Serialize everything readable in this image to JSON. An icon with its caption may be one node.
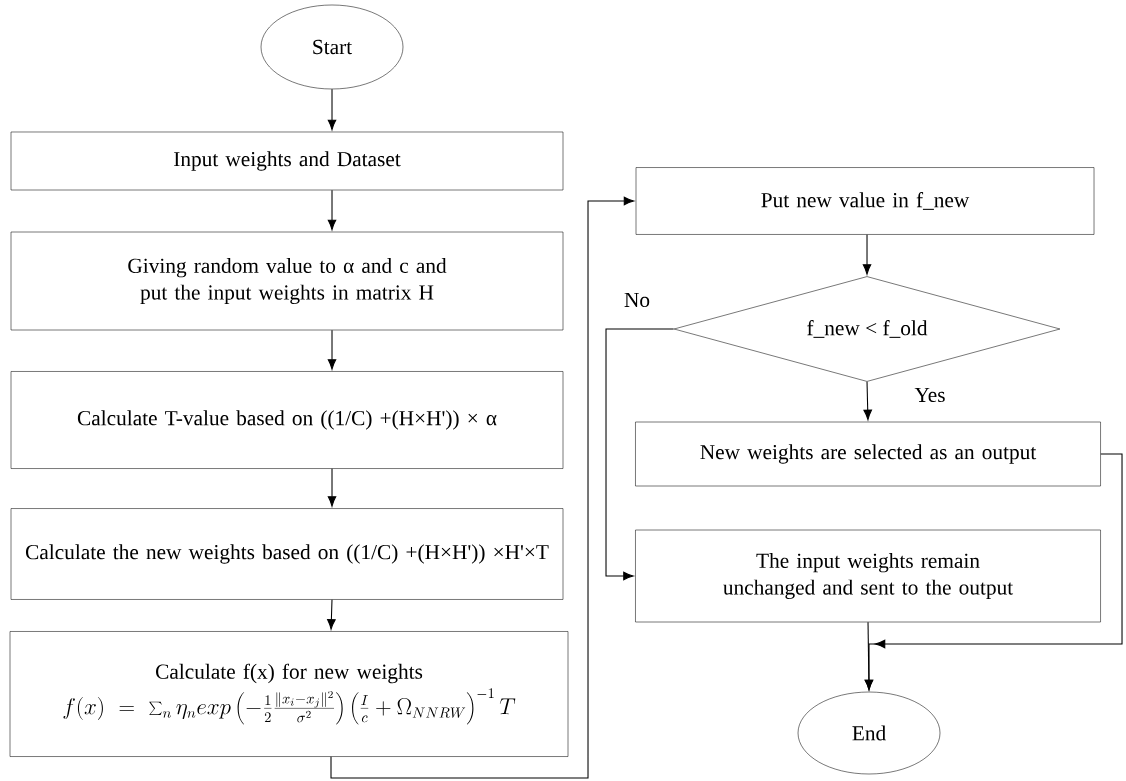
{
  "diagram": {
    "nodes": [
      {
        "text": [
          "Start"
        ]
      },
      {
        "text": [
          "Input weights and Dataset"
        ]
      },
      {
        "text": [
          "Giving random value to α and c and put the input weights in matrix H"
        ]
      },
      {
        "text": [
          "Calculate T-value based on ((1/C) +(H×H')) × α"
        ]
      },
      {
        "text": [
          "Calculate the new weights based on ((1/C) +(H×H')) ×H'×T"
        ]
      },
      {
        "text": [
          "Calculate f(x) for new weights",
          "f(x) = \\sum_n \\eta_n exp\\left(-\\frac{1}{2}\\frac{\\|x_i-x_j\\|^2}{\\sigma^2}\\right)\\left(\\frac{I}{c}+\\Omega_{NNRW}\\right)^{-1} T"
        ]
      },
      {
        "text": [
          "Put new value in f_new"
        ]
      },
      {
        "text": [
          "f_new < f_old"
        ]
      },
      {
        "text": [
          "New weights are selected as an output"
        ]
      },
      {
        "text": [
          "The input weights remain unchanged and sent to the output"
        ]
      },
      {
        "text": [
          "End"
        ]
      }
    ],
    "edges": [
      {
        "from": 0,
        "to": 1,
        "arrow": "to"
      },
      {
        "from": 1,
        "to": 2,
        "arrow": "to"
      },
      {
        "from": 2,
        "to": 3,
        "arrow": "to"
      },
      {
        "from": 3,
        "to": 4,
        "arrow": "to"
      },
      {
        "from": 4,
        "to": 5,
        "arrow": "to"
      },
      {
        "from": 5,
        "to": 6,
        "arrow": "to"
      },
      {
        "from": 6,
        "to": 7,
        "arrow": "to"
      },
      {
        "from": 7,
        "to": 8,
        "arrow": "to",
        "label": "Yes"
      },
      {
        "from": 7,
        "to": 9,
        "arrow": "to",
        "label": "No"
      },
      {
        "from": 8,
        "to": 10,
        "arrow": "to"
      },
      {
        "from": 9,
        "to": 10,
        "arrow": "to"
      }
    ]
  }
}
